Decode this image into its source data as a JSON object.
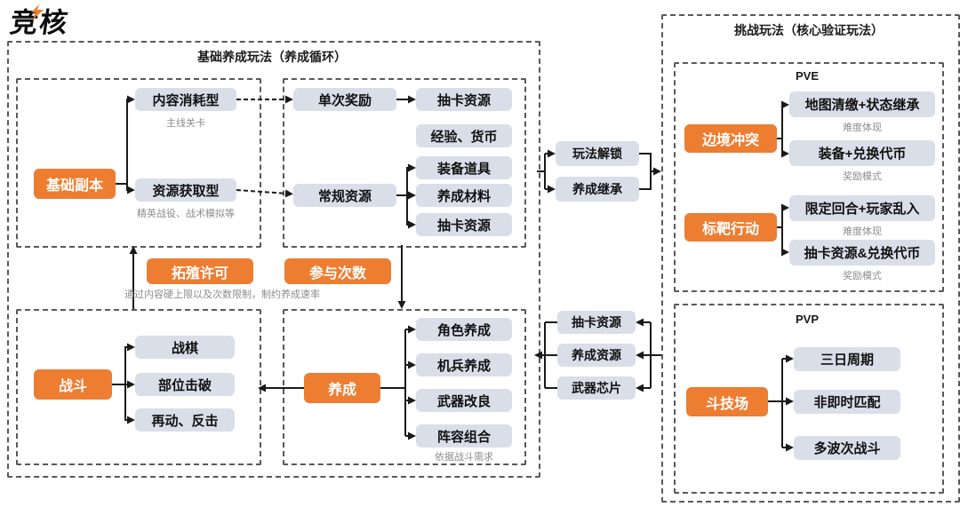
{
  "logo": {
    "brand": "竞核"
  },
  "colors": {
    "orange": "#ED7D31",
    "gray_box": "#D9DEE8",
    "dash_border": "#595959",
    "line": "#1a1a1a",
    "caption": "#8c8c8c"
  },
  "left": {
    "title": "基础养成玩法（养成循环）",
    "base_dungeon": "基础副本",
    "content_consume": "内容消耗型",
    "content_consume_caption": "主线关卡",
    "resource_gain": "资源获取型",
    "resource_gain_caption": "精英战役、战术模拟等",
    "single_reward": "单次奖励",
    "single_outputs": [
      "抽卡资源",
      "经验、货币"
    ],
    "regular_resource": "常规资源",
    "regular_outputs": [
      "装备道具",
      "养成材料",
      "抽卡资源"
    ],
    "expansion_permit": "拓殖许可",
    "participation_count": "参与次数",
    "limit_caption": "通过内容硬上限以及次数限制，制约养成速率",
    "battle": "战斗",
    "battle_children": [
      "战棋",
      "部位击破",
      "再动、反击"
    ],
    "cultivate": "养成",
    "cultivate_children": [
      "角色养成",
      "机兵养成",
      "武器改良",
      "阵容组合"
    ],
    "cultivate_caption": "依据战斗需求"
  },
  "middle": {
    "unlock": "玩法解锁",
    "inherit": "养成继承",
    "returns": [
      "抽卡资源",
      "养成资源",
      "武器芯片"
    ]
  },
  "right": {
    "title": "挑战玩法（核心验证玩法）",
    "pve_label": "PVE",
    "border_conflict": "边境冲突",
    "pve1_children": [
      {
        "label": "地图清缴+状态继承",
        "caption": "难度体现"
      },
      {
        "label": "装备+兑换代币",
        "caption": "奖励模式"
      }
    ],
    "target_action": "标靶行动",
    "pve2_children": [
      {
        "label": "限定回合+玩家乱入",
        "caption": "难度体现"
      },
      {
        "label": "抽卡资源&兑换代币",
        "caption": "奖励模式"
      }
    ],
    "pvp_label": "PVP",
    "arena": "斗技场",
    "pvp_children": [
      "三日周期",
      "非即时匹配",
      "多波次战斗"
    ]
  }
}
